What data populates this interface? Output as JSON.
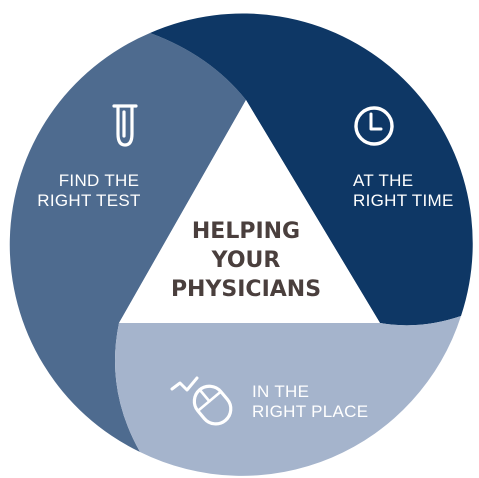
{
  "diagram": {
    "center_lines": [
      "HELPING",
      "YOUR",
      "PHYSICIANS"
    ],
    "segments": [
      {
        "id": "find-test",
        "lines": [
          "FIND THE",
          "RIGHT TEST"
        ],
        "icon": "test-tube-icon",
        "color": "#4e6b8f"
      },
      {
        "id": "right-time",
        "lines": [
          "AT THE",
          "RIGHT TIME"
        ],
        "icon": "clock-icon",
        "color": "#0e3765"
      },
      {
        "id": "right-place",
        "lines": [
          "IN THE",
          "RIGHT PLACE"
        ],
        "icon": "computer-mouse-icon",
        "color": "#a5b4cc"
      }
    ]
  }
}
